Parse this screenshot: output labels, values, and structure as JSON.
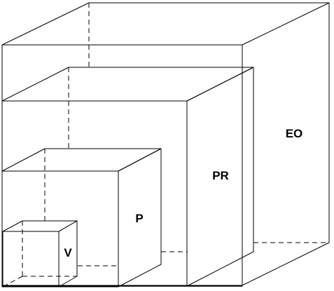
{
  "diagram": {
    "face_color": "#d3d3d3",
    "line_color": "#000000",
    "cubes": [
      {
        "id": "eo",
        "label": "EO",
        "shaded_side": false
      },
      {
        "id": "pr",
        "label": "PR",
        "shaded_side": true
      },
      {
        "id": "p",
        "label": "P",
        "shaded_side": true
      },
      {
        "id": "v",
        "label": "V",
        "shaded_side": true
      }
    ]
  }
}
